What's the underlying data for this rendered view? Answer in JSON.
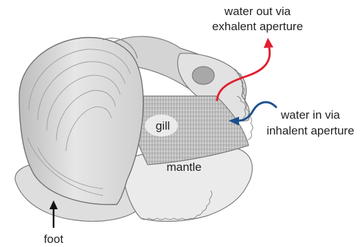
{
  "labels": {
    "water_out_line1": "water out via",
    "water_out_line2": "exhalent aperture",
    "water_in_line1": "water in via",
    "water_in_line2": "inhalent aperture",
    "gill": "gill",
    "mantle": "mantle",
    "foot": "foot"
  },
  "colors": {
    "water_out_arrow": "#e02030",
    "water_in_arrow": "#1d4f8f",
    "foot_arrow": "#111111",
    "shell": "#d9d9d9",
    "shell_shadow": "#9a9a9a",
    "gill": "#c4c4c4",
    "mantle": "#e8e8e8"
  }
}
